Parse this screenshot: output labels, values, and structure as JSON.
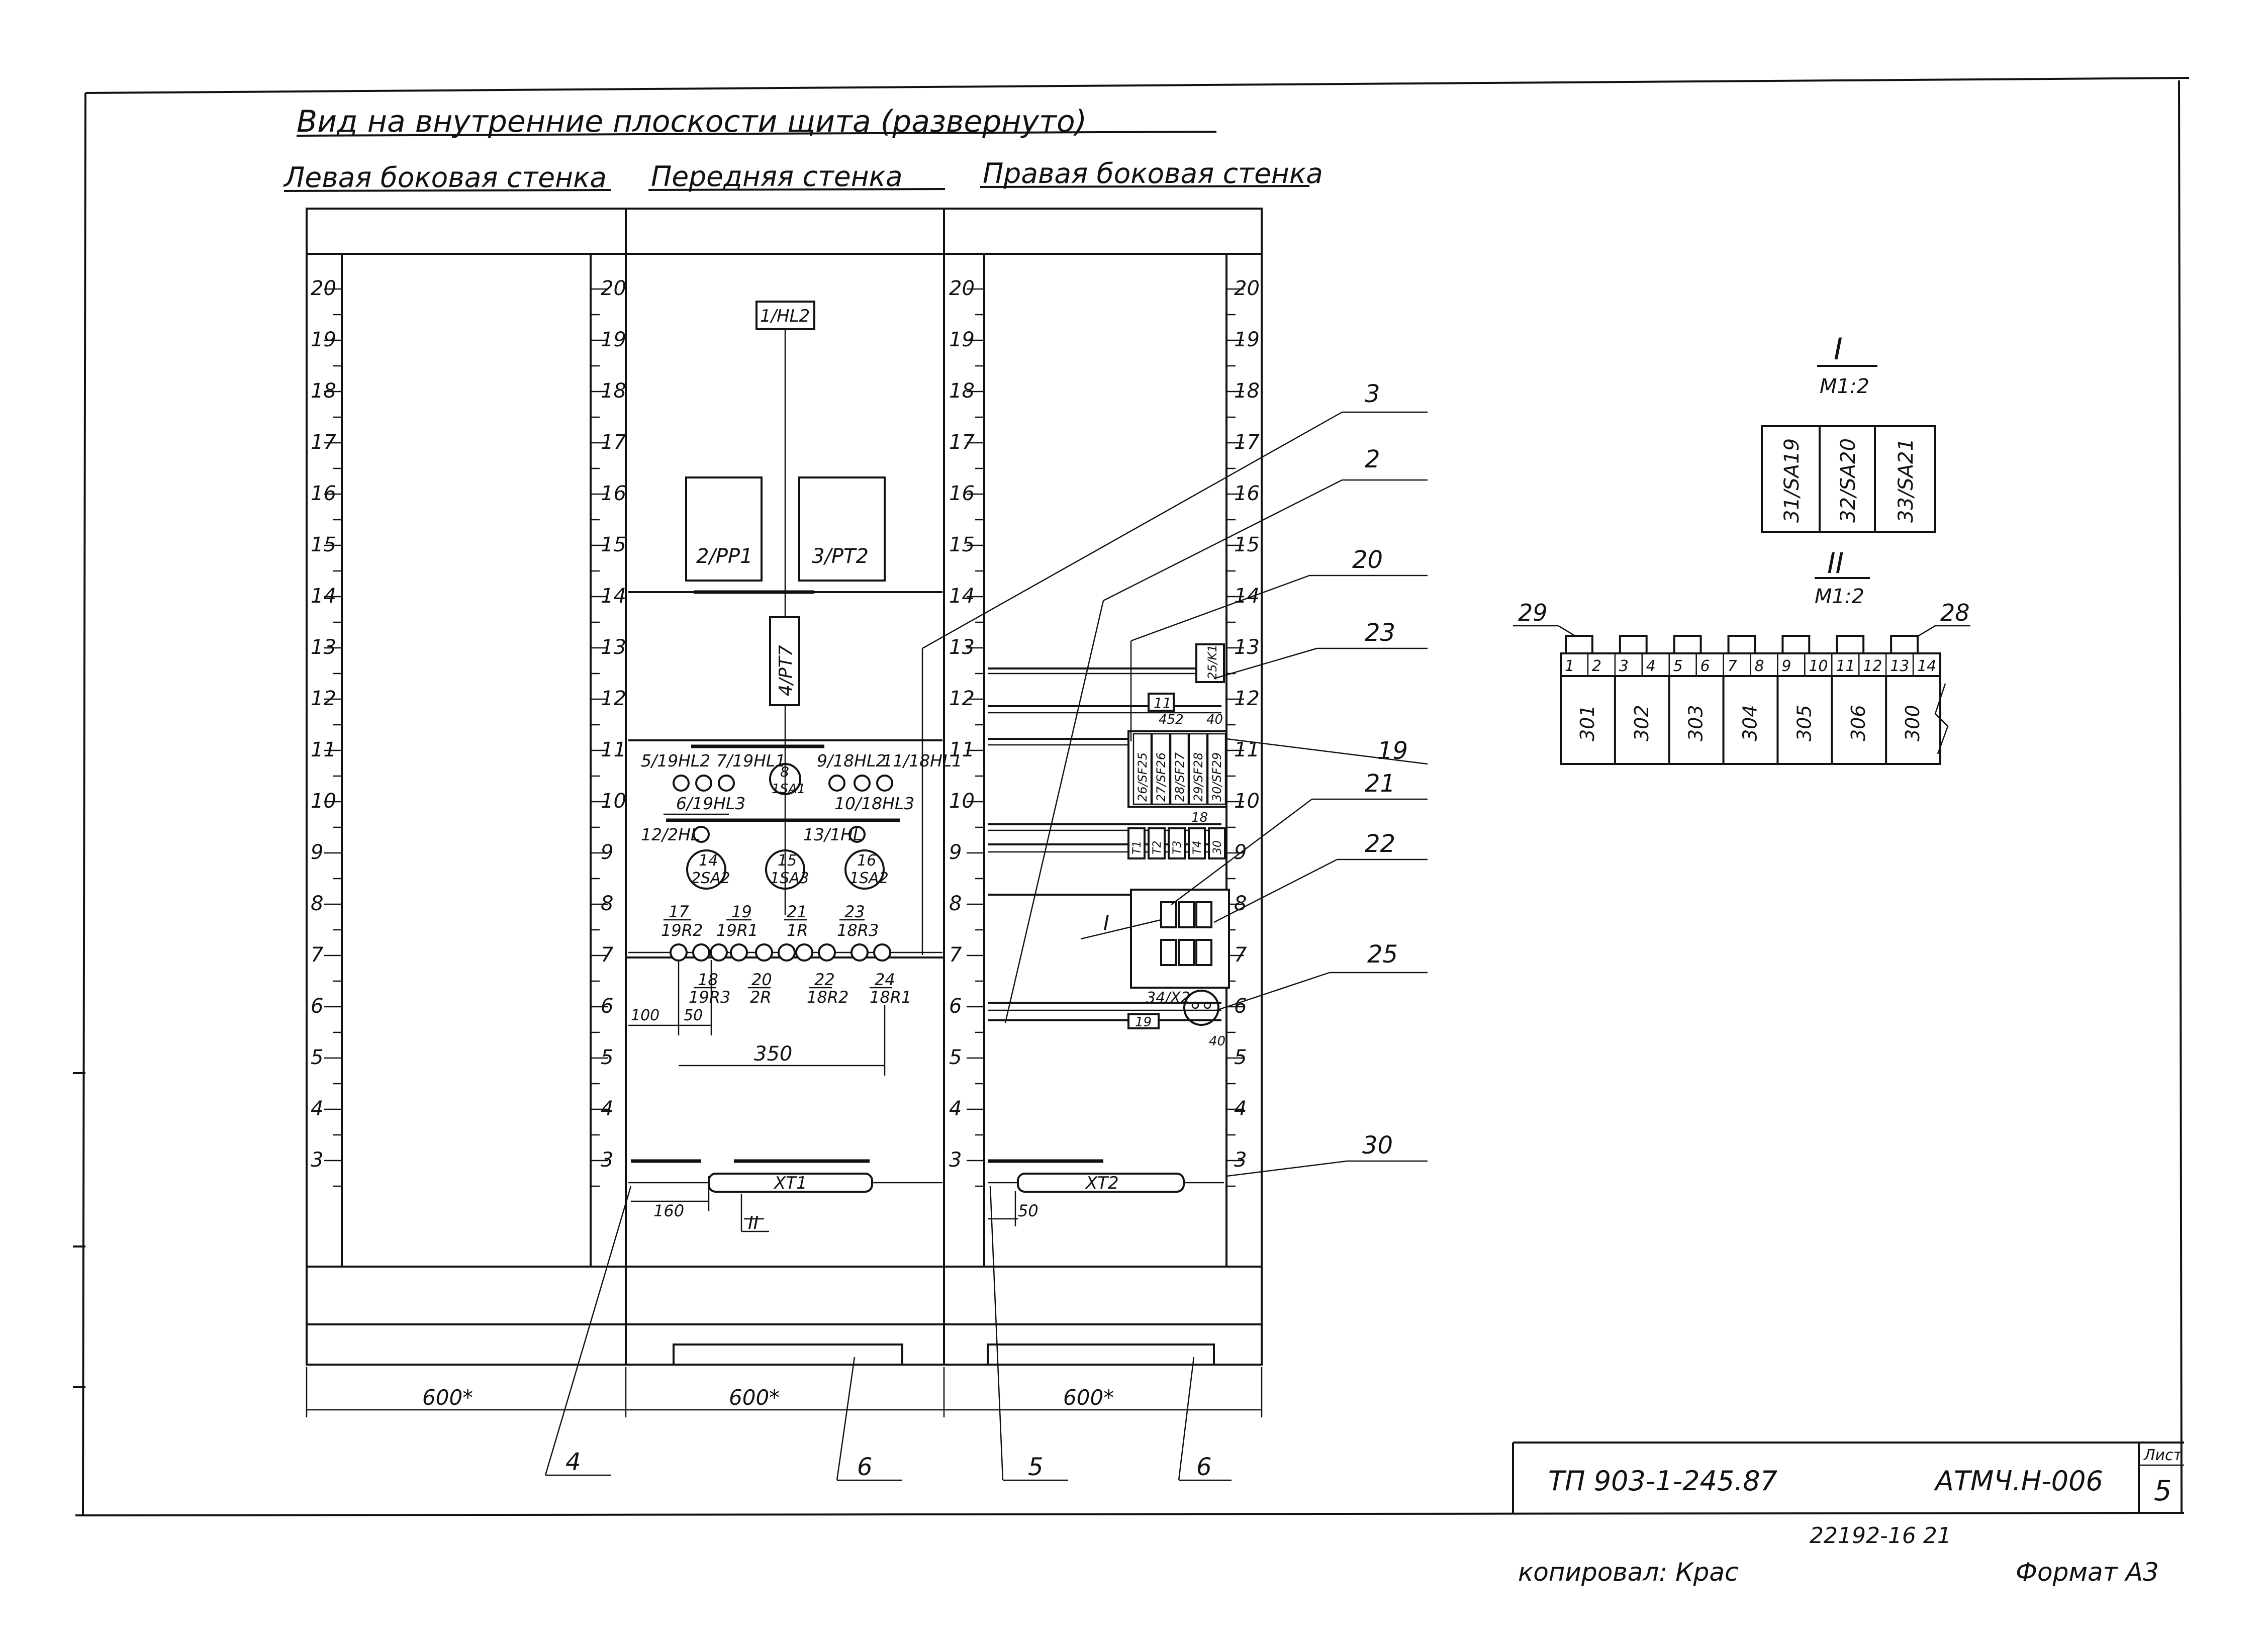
{
  "title": "Вид на внутренние плоскости щита (развернуто)",
  "wall_labels": {
    "left": "Левая боковая стенка",
    "front": "Передняя стенка",
    "right": "Правая боковая стенка"
  },
  "scale_numbers": [
    "20",
    "19",
    "18",
    "17",
    "16",
    "15",
    "14",
    "13",
    "12",
    "11",
    "10",
    "9",
    "8",
    "7",
    "6",
    "5",
    "4",
    "3"
  ],
  "devices": {
    "hl2_top": "1/HL2",
    "rp1": "2/PP1",
    "rt2": "3/PT2",
    "rt7": "4/PT7",
    "row1": [
      "5/19HL2",
      "7/19HL1",
      "8/1SA1",
      "9/18HL2",
      "11/18HL1"
    ],
    "row1b": [
      "6/19HL3",
      "10/18HL3"
    ],
    "row2": [
      "12/2HL",
      "13/1HL"
    ],
    "sa_circles": [
      {
        "num": "14",
        "name": "2SA2"
      },
      {
        "num": "15",
        "name": "1SA3"
      },
      {
        "num": "16",
        "name": "1SA2"
      }
    ],
    "row3": [
      {
        "num": "17",
        "name": "19R2"
      },
      {
        "num": "19",
        "name": "19R1"
      },
      {
        "num": "21",
        "name": "1R"
      },
      {
        "num": "23",
        "name": "18R3"
      }
    ],
    "row4": [
      {
        "num": "18",
        "name": "19R3"
      },
      {
        "num": "20",
        "name": "2R"
      },
      {
        "num": "22",
        "name": "18R2"
      },
      {
        "num": "24",
        "name": "18R1"
      }
    ],
    "xt1": "XT1",
    "xt2": "XT2"
  },
  "dims": {
    "d100": "100",
    "d50a": "50",
    "d350": "350",
    "d160": "160",
    "d50b": "50",
    "d452": "452",
    "d40a": "40",
    "d40b": "40",
    "w600a": "600*",
    "w600b": "600*",
    "w600c": "600*"
  },
  "right_wall": {
    "d11": "11",
    "d25": "25/K1",
    "breakers": [
      "26/SF25",
      "27/SF26",
      "28/SF27",
      "29/SF28",
      "30/SF29"
    ],
    "small_labels": [
      "T1",
      "T2",
      "T3",
      "T4",
      "30"
    ],
    "k18": "18",
    "x2": "34/X2",
    "k19": "19",
    "block_rows": [
      "31/SA19",
      "32/SA20",
      "33/SA21"
    ]
  },
  "callouts": [
    "3",
    "2",
    "20",
    "23",
    "19",
    "21",
    "22",
    "25",
    "30",
    "4",
    "6",
    "5",
    "6"
  ],
  "roman": {
    "one": "I",
    "two": "II"
  },
  "detail_I": {
    "label": "I",
    "scale": "M1:2",
    "items": [
      "31/SA19",
      "32/SA20",
      "33/SA21"
    ]
  },
  "detail_II": {
    "label": "II",
    "scale": "M1:2",
    "marker_left": "29",
    "marker_right": "28",
    "terminals": [
      "1",
      "2",
      "3",
      "4",
      "5",
      "6",
      "7",
      "8",
      "9",
      "10",
      "11",
      "12",
      "13",
      "14"
    ],
    "groups": [
      "301",
      "302",
      "303",
      "304",
      "305",
      "306",
      "300"
    ]
  },
  "title_block": {
    "doc_code": "ТП 903-1-245.87",
    "sheet_code": "АТМЧ.Н-006",
    "sheet_label": "Лист",
    "sheet_no": "5",
    "order_no": "22192-16 21"
  },
  "footer": {
    "copied": "копировал: Крас",
    "format": "Формат А3"
  }
}
